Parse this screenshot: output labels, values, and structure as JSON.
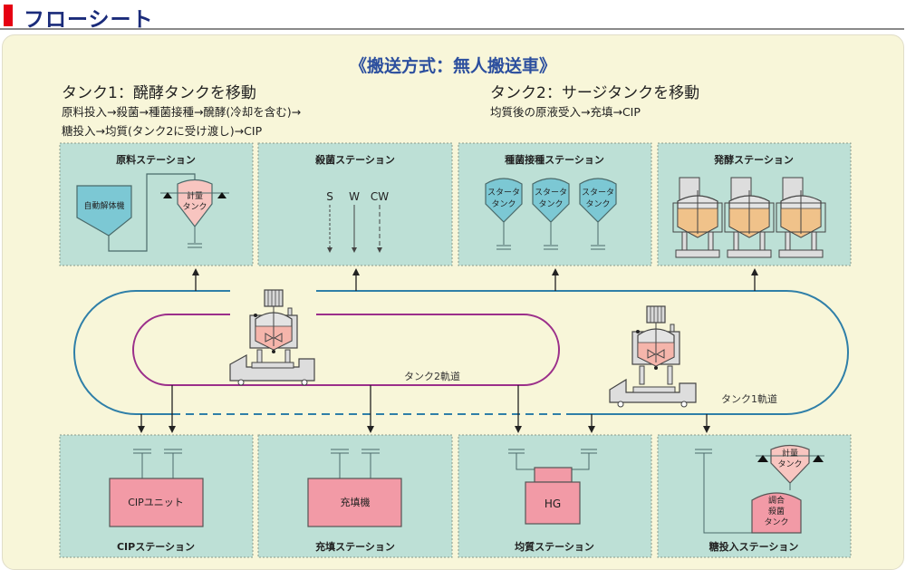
{
  "header": {
    "title": "フローシート"
  },
  "diagram": {
    "title": "《搬送方式：無人搬送車》",
    "tank1": {
      "heading": "タンク1：醗酵タンクを移動",
      "lines": [
        "原料投入→殺菌→種菌接種→醗酵(冷却を含む)→",
        "糖投入→均質(タンク2に受け渡し)→CIP"
      ]
    },
    "tank2": {
      "heading": "タンク2：サージタンクを移動",
      "lines": [
        "均質後の原液受入→充填→CIP"
      ]
    },
    "stations_top": [
      {
        "name": "原料ステーション",
        "equipment": [
          "自動解体機",
          "計量",
          "タンク"
        ]
      },
      {
        "name": "殺菌ステーション",
        "utilities": [
          "S",
          "W",
          "CW"
        ]
      },
      {
        "name": "種菌接種ステーション",
        "equipment": [
          "スタータ",
          "タンク"
        ]
      },
      {
        "name": "発酵ステーション"
      }
    ],
    "stations_bottom": [
      {
        "name": "CIPステーション",
        "equipment": "CIPユニット"
      },
      {
        "name": "充填ステーション",
        "equipment": "充填機"
      },
      {
        "name": "均質ステーション",
        "equipment": "HG"
      },
      {
        "name": "糖投入ステーション",
        "equipment": [
          "計量",
          "タンク",
          "調合",
          "殺菌",
          "タンク"
        ]
      }
    ],
    "rails": {
      "tank1_label": "タンク1軌道",
      "tank2_label": "タンク2軌道",
      "tank1_color": "#2f7fa8",
      "tank2_color": "#9b2f8a"
    },
    "colors": {
      "station_fill": "#bde0d6",
      "pink": "#f29aa6",
      "light_pink": "#f8c5c0",
      "teal": "#7cc8d4",
      "orange": "#f0c28a"
    }
  }
}
